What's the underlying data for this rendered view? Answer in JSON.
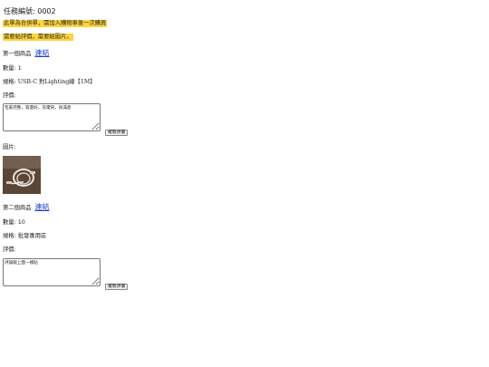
{
  "task": {
    "label": "任務編號: ",
    "number": "0002"
  },
  "notices": {
    "first": "此單為合併單，需加入購物車後一次購買",
    "second": "需要給評價，需要給圖片。"
  },
  "items": [
    {
      "heading": "第一個商品",
      "link_text": "連結",
      "quantity": "數量: 1",
      "spec": "規格: USB-C 對Lighting線【1M】",
      "review_label": "評價:",
      "review_text": "包裝完整，質量好，充電快，很滿意",
      "copy_label": "複製評價",
      "image_label": "圖片:"
    },
    {
      "heading": "第二個商品",
      "link_text": "連結",
      "quantity": "數量: 10",
      "spec": "規格: 批發專用區",
      "review_label": "評價:",
      "review_text": "評論跟上面一樣貼",
      "copy_label": "複製評價"
    }
  ],
  "colors": {
    "highlight": "#ffd43b",
    "link": "#1a3fd6"
  }
}
